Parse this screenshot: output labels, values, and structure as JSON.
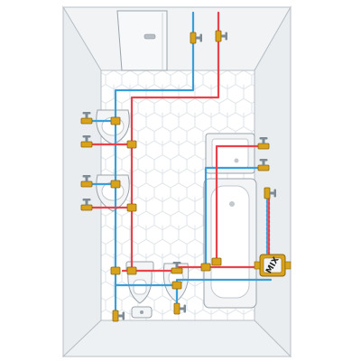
{
  "colors": {
    "hot": "#e8424a",
    "cold": "#3a9fd8",
    "valve_body": "#d9a21b",
    "valve_dark": "#8a6410",
    "valve_handle": "#7d8a93",
    "wall": "#e9edf0",
    "wall_dark": "#cfd6db",
    "floor": "#ffffff",
    "tile_line": "#dfe4e8",
    "fixture": "#f2f4f6",
    "fixture_line": "#9aa3aa"
  },
  "mixer": {
    "label": "MIX"
  },
  "fixtures": [
    {
      "id": "washbasin-upper",
      "kind": "washbasin"
    },
    {
      "id": "washbasin-lower",
      "kind": "washbasin"
    },
    {
      "id": "toilet",
      "kind": "toilet"
    },
    {
      "id": "bidet",
      "kind": "bidet"
    },
    {
      "id": "bathtub",
      "kind": "bathtub"
    },
    {
      "id": "shower-cabinet",
      "kind": "shower"
    },
    {
      "id": "door",
      "kind": "door"
    }
  ],
  "pipes": [
    {
      "id": "hot-riser",
      "type": "hot"
    },
    {
      "id": "cold-riser",
      "type": "cold"
    },
    {
      "id": "hot-left-run",
      "type": "hot"
    },
    {
      "id": "cold-left-run",
      "type": "cold"
    },
    {
      "id": "hot-bath-run",
      "type": "hot"
    },
    {
      "id": "cold-bath-run",
      "type": "cold"
    },
    {
      "id": "hot-shower-branch",
      "type": "hot"
    },
    {
      "id": "cold-shower-branch",
      "type": "cold"
    },
    {
      "id": "mixer-outlet",
      "type": "mixed"
    }
  ]
}
